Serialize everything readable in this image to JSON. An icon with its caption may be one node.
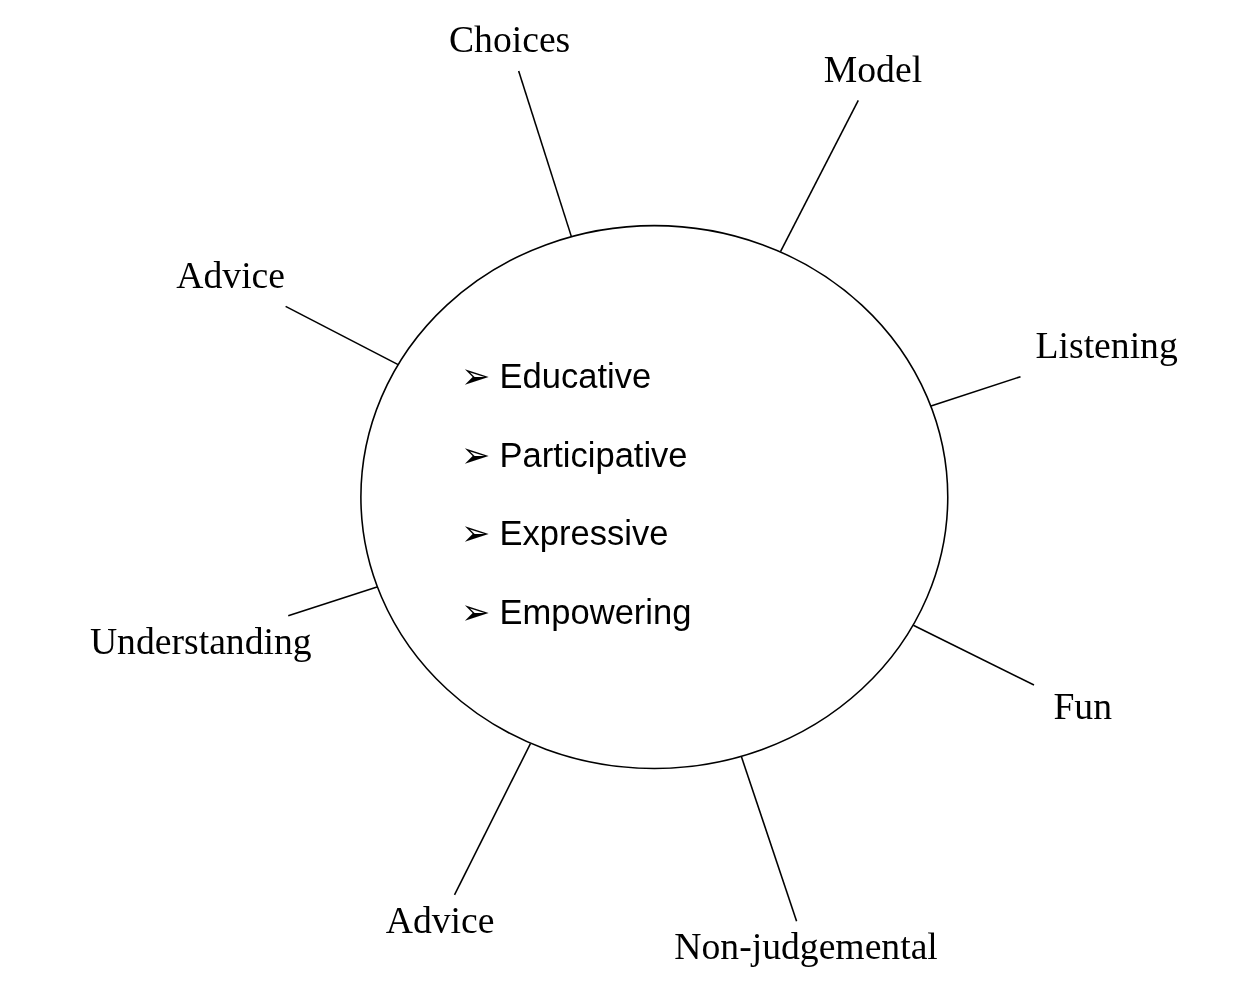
{
  "diagram": {
    "nodes": [
      {
        "text": [
          "Understanding"
        ]
      },
      {
        "text": [
          "Fun"
        ]
      },
      {
        "text": [
          "➢ Educative",
          "➢ Participative",
          "➢ Expressive",
          "➢ Empowering"
        ]
      },
      {
        "text": [
          "Choices"
        ]
      },
      {
        "text": [
          "Model"
        ]
      },
      {
        "text": [
          "Advice"
        ]
      },
      {
        "text": [
          "Advice"
        ]
      },
      {
        "text": [
          "Non-judgemental"
        ]
      },
      {
        "text": [
          "Listening"
        ]
      }
    ],
    "edges": [
      {
        "from": 0,
        "to": 2,
        "arrow": "none"
      },
      {
        "from": 1,
        "to": 2,
        "arrow": "none"
      },
      {
        "from": 3,
        "to": 2,
        "arrow": "none"
      },
      {
        "from": 4,
        "to": 2,
        "arrow": "none"
      },
      {
        "from": 5,
        "to": 2,
        "arrow": "none"
      },
      {
        "from": 6,
        "to": 2,
        "arrow": "none"
      },
      {
        "from": 7,
        "to": 2,
        "arrow": "none"
      },
      {
        "from": 8,
        "to": 2,
        "arrow": "none"
      }
    ]
  }
}
